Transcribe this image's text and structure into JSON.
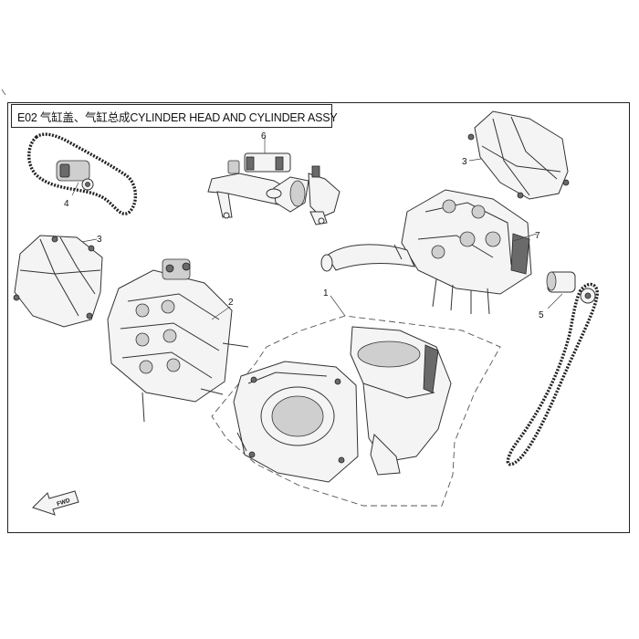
{
  "title": "E02 气缸盖、气缸总成CYLINDER HEAD AND CYLINDER ASSY",
  "callouts": [
    "1",
    "2",
    "3",
    "3",
    "4",
    "5",
    "6",
    "7"
  ],
  "fwd_label": "FWD"
}
